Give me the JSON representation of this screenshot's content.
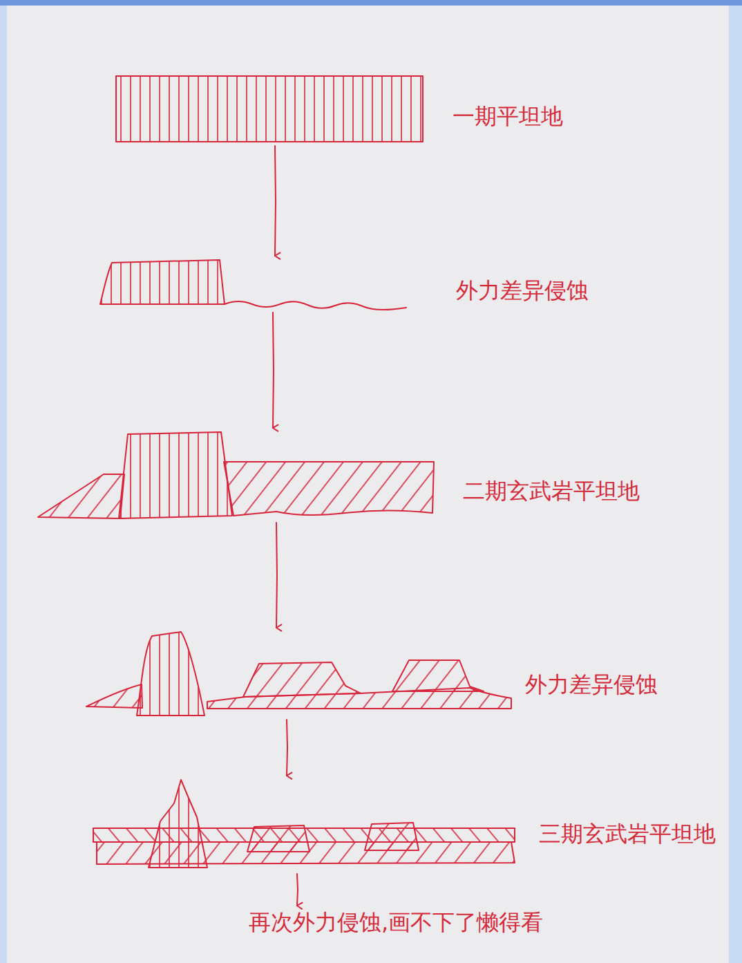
{
  "diagram": {
    "nodes": [
      {
        "text": [
          "一期平坦地"
        ]
      },
      {
        "text": [
          "外力差异侵蚀"
        ]
      },
      {
        "text": [
          "二期玄武岩平坦地"
        ]
      },
      {
        "text": [
          "外力差异侵蚀"
        ]
      },
      {
        "text": [
          "三期玄武岩平坦地"
        ]
      },
      {
        "text": [
          "再次外力侵蚀,画不下了懒得看"
        ]
      }
    ],
    "edges": [
      {
        "from": 0,
        "to": 1,
        "arrow": "to"
      },
      {
        "from": 1,
        "to": 2,
        "arrow": "to"
      },
      {
        "from": 2,
        "to": 3,
        "arrow": "to"
      },
      {
        "from": 3,
        "to": 4,
        "arrow": "to"
      },
      {
        "from": 4,
        "to": 5,
        "arrow": "to"
      }
    ]
  }
}
